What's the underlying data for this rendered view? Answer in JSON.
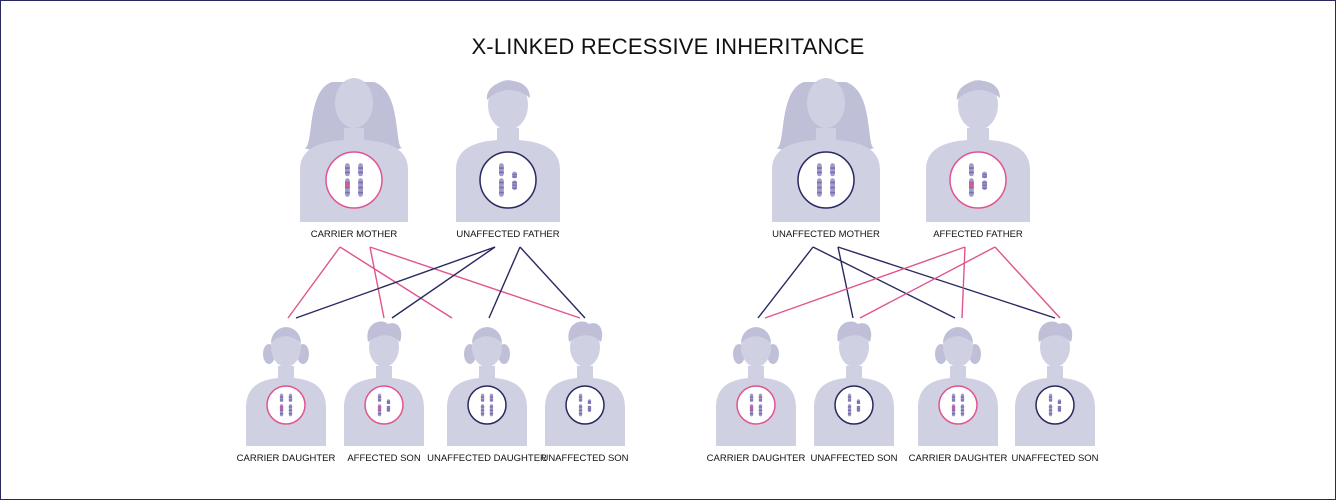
{
  "title": "X-LINKED RECESSIVE INHERITANCE",
  "colors": {
    "figure": "#cfd0e2",
    "figure_shade": "#bfc0d8",
    "carrier": "#e0558f",
    "normal": "#2a2860",
    "chromosome": "#a39ac9",
    "band": "#7a6fb3",
    "mutant": "#df5690"
  },
  "left": {
    "mother": "CARRIER MOTHER",
    "father": "UNAFFECTED FATHER",
    "children": [
      "CARRIER DAUGHTER",
      "AFFECTED SON",
      "UNAFFECTED DAUGHTER",
      "UNAFFECTED SON"
    ]
  },
  "right": {
    "mother": "UNAFFECTED MOTHER",
    "father": "AFFECTED FATHER",
    "children": [
      "CARRIER DAUGHTER",
      "UNAFFECTED SON",
      "CARRIER DAUGHTER",
      "UNAFFECTED SON"
    ]
  }
}
